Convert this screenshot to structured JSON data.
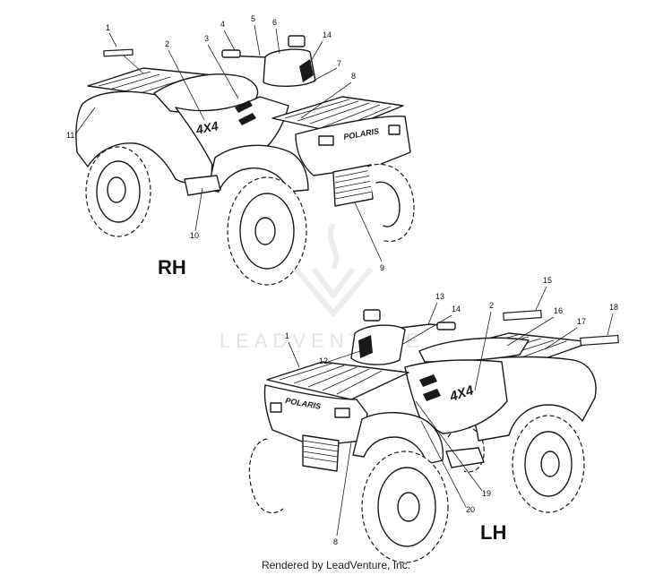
{
  "view_labels": {
    "rh": "RH",
    "lh": "LH"
  },
  "watermark": "LEADVENTURE",
  "footer": "Rendered by LeadVenture, Inc.",
  "callouts_rh": [
    "1",
    "2",
    "3",
    "4",
    "5",
    "6",
    "14",
    "7",
    "8",
    "11",
    "10",
    "9"
  ],
  "callouts_lh": [
    "13",
    "14",
    "15",
    "2",
    "16",
    "17",
    "18",
    "1",
    "12",
    "19",
    "20",
    "8"
  ],
  "decal_text": {
    "brand": "POLARIS",
    "model": "4X4"
  }
}
